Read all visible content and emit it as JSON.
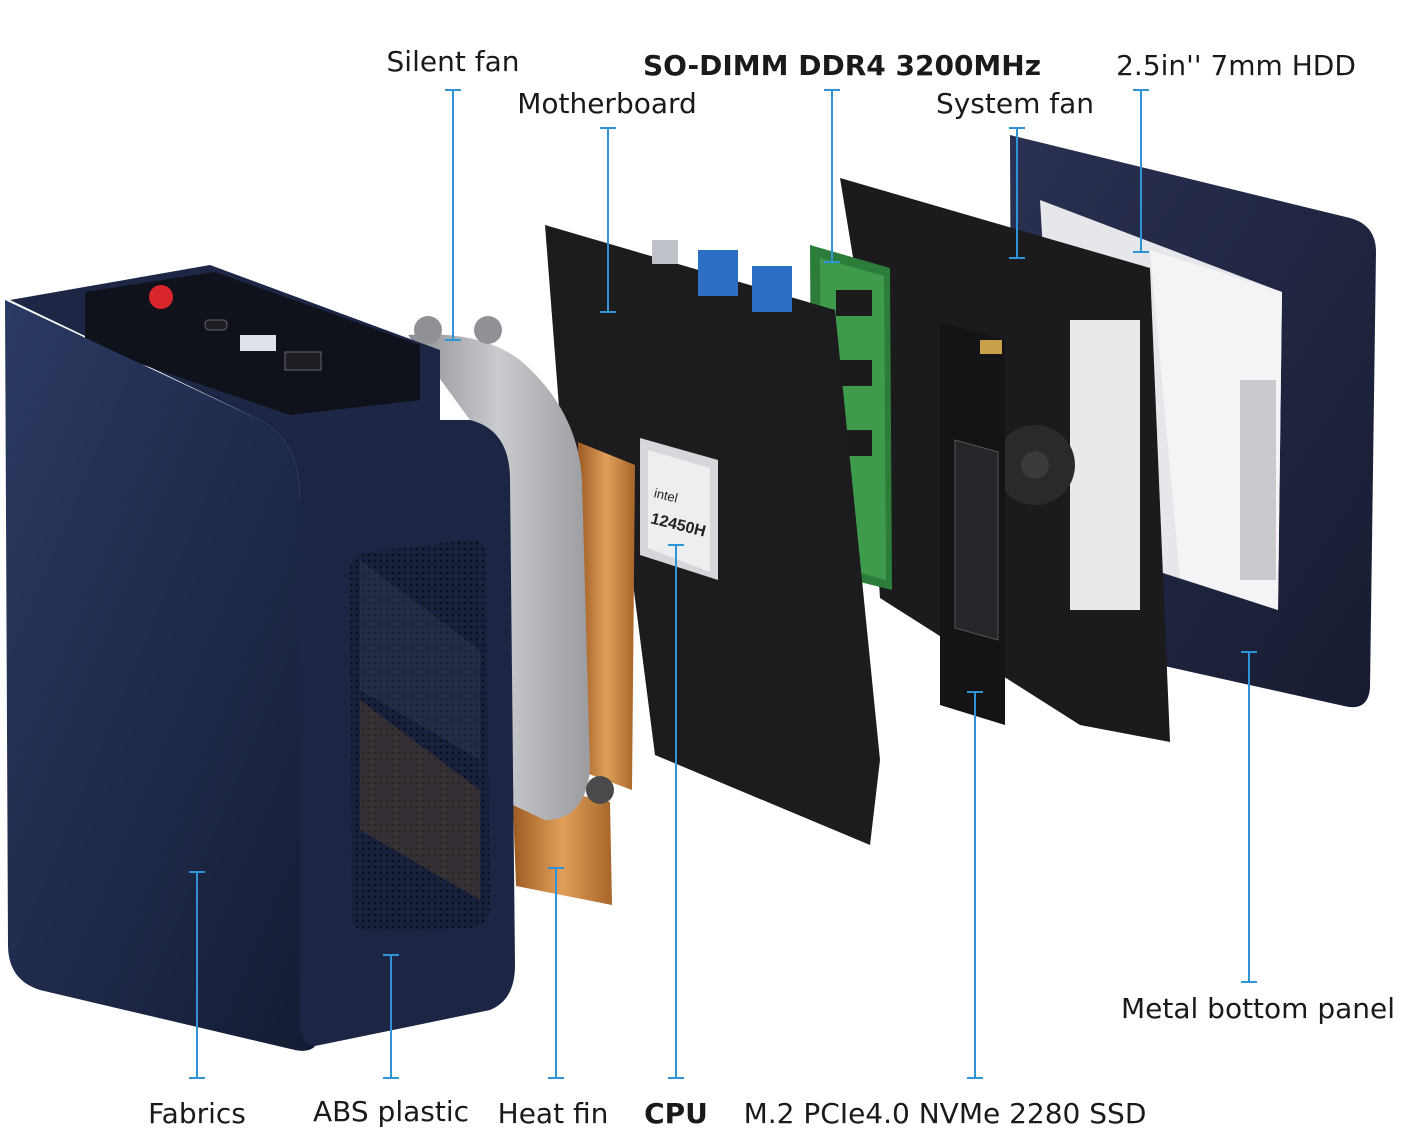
{
  "diagram": {
    "labels": {
      "silent_fan": "Silent fan",
      "motherboard": "Motherboard",
      "so_dimm": "SO-DIMM DDR4 3200MHz",
      "system_fan": "System fan",
      "hdd": "2.5in'' 7mm HDD",
      "metal_panel": "Metal bottom panel",
      "fabrics": "Fabrics",
      "abs_plastic": "ABS plastic",
      "heat_fin": "Heat fin",
      "cpu": "CPU",
      "ssd": "M.2 PCIe4.0 NVMe 2280 SSD"
    },
    "chip": {
      "brand": "intel",
      "model": "12450H"
    },
    "colors": {
      "callout": "#2f93d6",
      "case": "#1d2948",
      "copper": "#c8823a",
      "pcb": "#1c1c1e",
      "ram": "#2f8a3e",
      "panel": "#1e2540",
      "power_button": "#d9262a"
    }
  }
}
